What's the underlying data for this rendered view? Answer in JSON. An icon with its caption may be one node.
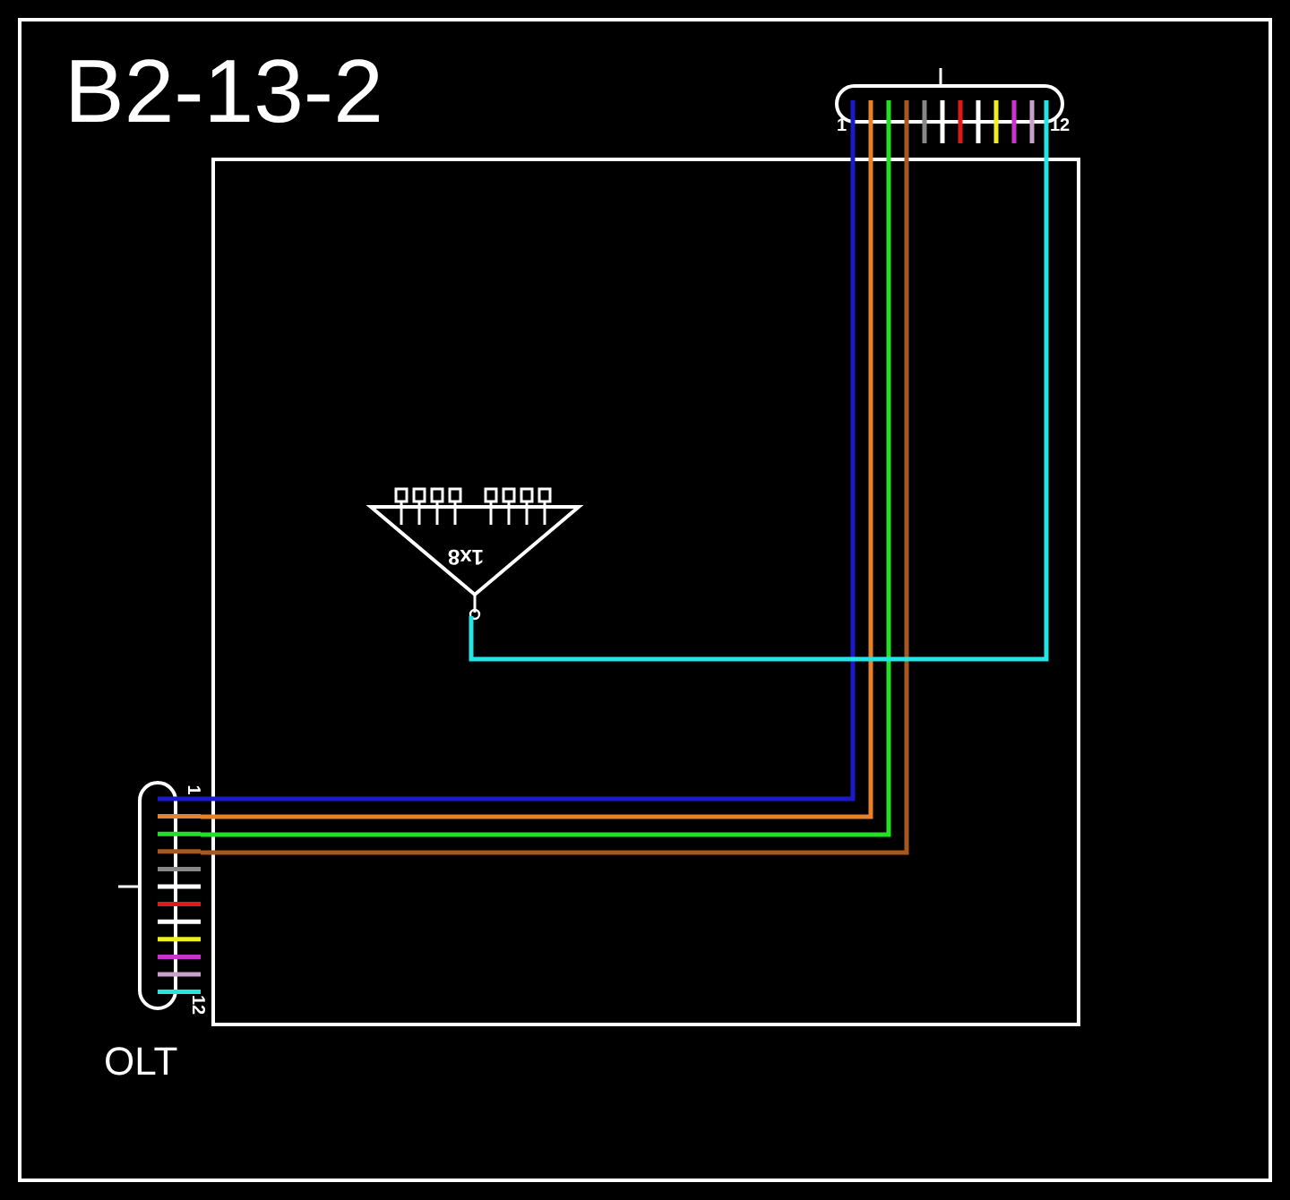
{
  "diagram": {
    "title": "B2-13-2",
    "nodes": [
      {
        "text": [],
        "shape": "box"
      },
      {
        "text": [
          "1",
          "12"
        ]
      },
      {
        "text": [
          "1x8"
        ],
        "in": 0
      },
      {
        "text": [
          "1",
          "12"
        ],
        "beside": [
          "OLT"
        ]
      }
    ],
    "edges": [
      {
        "from": 3,
        "to": 1,
        "arrow": "none",
        "color": "#1a1acc"
      },
      {
        "from": 3,
        "to": 1,
        "arrow": "none",
        "color": "#e8812a"
      },
      {
        "from": 3,
        "to": 1,
        "arrow": "none",
        "color": "#22e022"
      },
      {
        "from": 3,
        "to": 1,
        "arrow": "none",
        "color": "#a8581c"
      },
      {
        "from": 1,
        "to": 2,
        "arrow": "none",
        "color": "#22e6e6"
      }
    ]
  }
}
